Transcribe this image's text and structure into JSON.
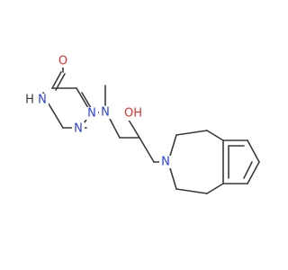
{
  "molecule": {
    "atom_labels": {
      "carbonyl_oxygen": "O",
      "ring_nh_hydrogen": "H",
      "ring_nh_nitrogen": "N",
      "ring_n3": "N",
      "pyrimidine_n1": "N",
      "amine_nitrogen": "N",
      "hydroxyl": "OH",
      "azepine_nitrogen": "N"
    },
    "colors": {
      "bond": "#3a3a3a",
      "oxygen": "#e8302a",
      "nitrogen": "#2a3fe0",
      "hydrogen": "#3a3a3a"
    }
  }
}
